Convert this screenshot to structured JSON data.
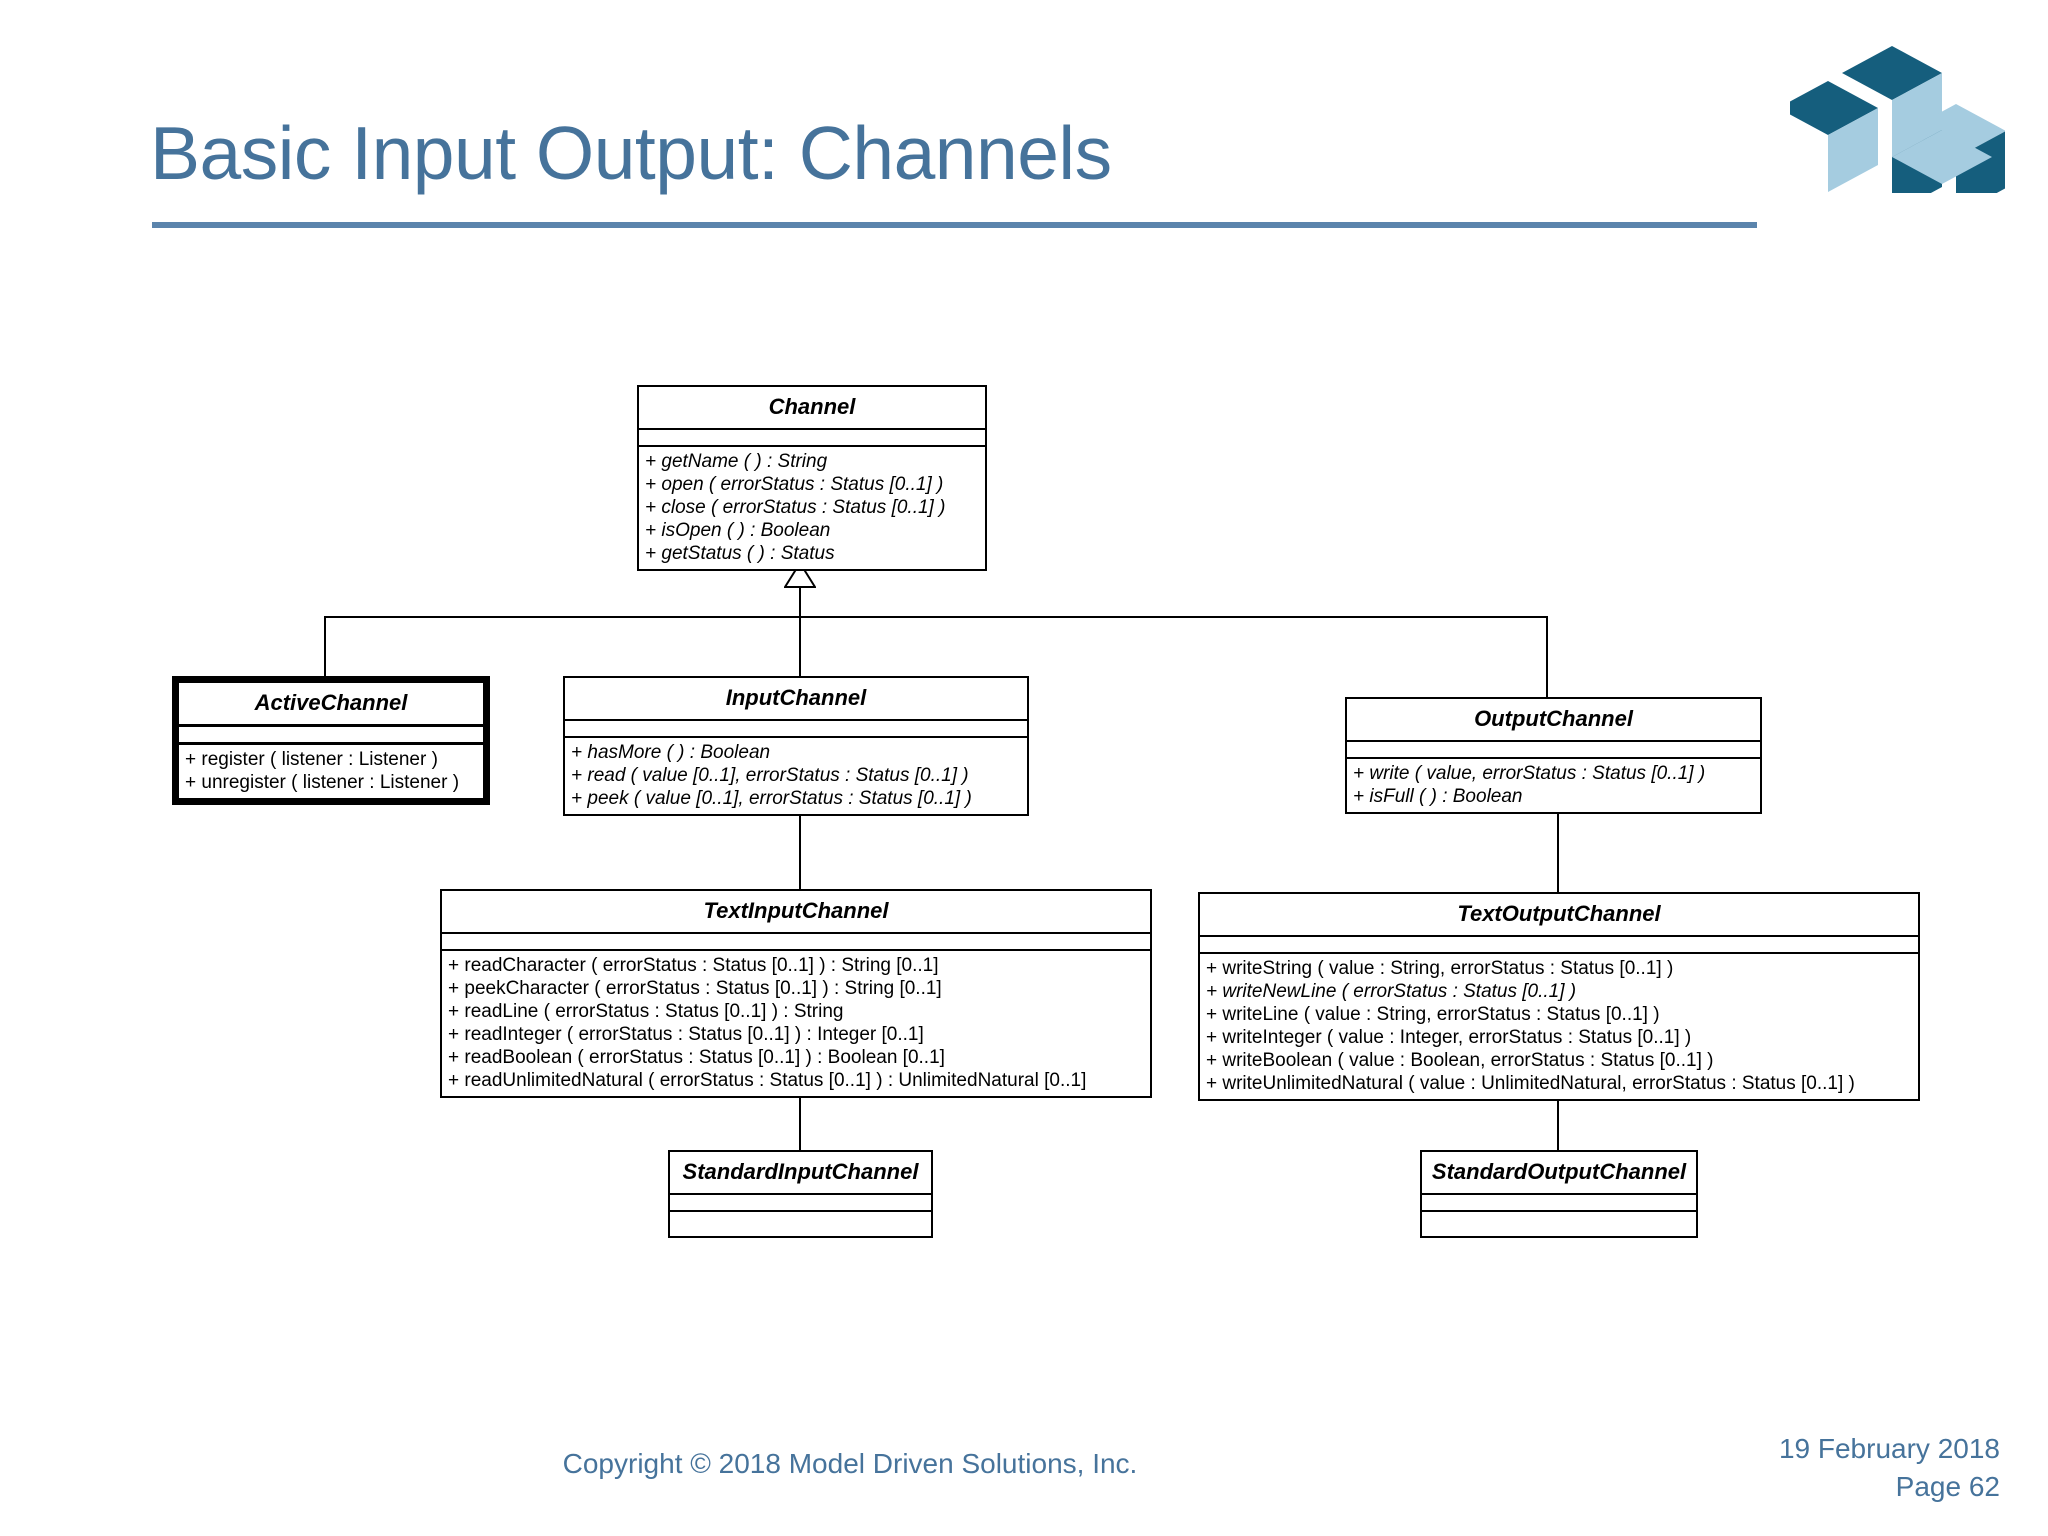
{
  "slide": {
    "title": "Basic Input Output: Channels",
    "accent_color": "#46739B",
    "rule_color": "#5B84AC"
  },
  "logo": {
    "name": "model-driven-solutions-logo",
    "dark_color": "#155E7D",
    "light_color": "#A5CCE0"
  },
  "footer": {
    "copyright": "Copyright © 2018 Model Driven Solutions, Inc.",
    "date": "19 February 2018",
    "page": "Page 62"
  },
  "diagram": {
    "type": "uml-class-diagram",
    "classes": [
      {
        "id": "channel",
        "name": "Channel",
        "abstract": true,
        "highlighted": false,
        "attributes": [],
        "operations": [
          {
            "text": "+ getName ( ) : String",
            "abstract": true
          },
          {
            "text": "+ open ( errorStatus : Status [0..1] )",
            "abstract": true
          },
          {
            "text": "+ close ( errorStatus : Status [0..1] )",
            "abstract": true
          },
          {
            "text": "+ isOpen ( ) : Boolean",
            "abstract": true
          },
          {
            "text": "+ getStatus ( ) : Status",
            "abstract": true
          }
        ]
      },
      {
        "id": "active-channel",
        "name": "ActiveChannel",
        "abstract": true,
        "highlighted": true,
        "attributes": [],
        "operations": [
          {
            "text": "+ register ( listener : Listener )",
            "abstract": false
          },
          {
            "text": "+ unregister ( listener : Listener )",
            "abstract": false
          }
        ]
      },
      {
        "id": "input-channel",
        "name": "InputChannel",
        "abstract": true,
        "highlighted": false,
        "attributes": [],
        "operations": [
          {
            "text": "+ hasMore ( ) : Boolean",
            "abstract": true
          },
          {
            "text": "+ read ( value [0..1], errorStatus : Status [0..1] )",
            "abstract": true
          },
          {
            "text": "+ peek ( value [0..1], errorStatus : Status [0..1] )",
            "abstract": true
          }
        ]
      },
      {
        "id": "output-channel",
        "name": "OutputChannel",
        "abstract": true,
        "highlighted": false,
        "attributes": [],
        "operations": [
          {
            "text": "+ write ( value, errorStatus : Status [0..1] )",
            "abstract": true
          },
          {
            "text": "+ isFull ( ) : Boolean",
            "abstract": true
          }
        ]
      },
      {
        "id": "text-input-channel",
        "name": "TextInputChannel",
        "abstract": true,
        "highlighted": false,
        "attributes": [],
        "operations": [
          {
            "text": "+ readCharacter ( errorStatus : Status [0..1] ) : String [0..1]",
            "abstract": false
          },
          {
            "text": "+ peekCharacter ( errorStatus : Status [0..1] ) : String [0..1]",
            "abstract": false
          },
          {
            "text": "+ readLine ( errorStatus : Status [0..1] ) : String",
            "abstract": false
          },
          {
            "text": "+ readInteger ( errorStatus : Status [0..1] ) : Integer [0..1]",
            "abstract": false
          },
          {
            "text": "+ readBoolean ( errorStatus : Status [0..1] ) : Boolean [0..1]",
            "abstract": false
          },
          {
            "text": "+ readUnlimitedNatural ( errorStatus : Status [0..1] ) : UnlimitedNatural [0..1]",
            "abstract": false
          }
        ]
      },
      {
        "id": "text-output-channel",
        "name": "TextOutputChannel",
        "abstract": true,
        "highlighted": false,
        "attributes": [],
        "operations": [
          {
            "text": "+ writeString ( value : String, errorStatus : Status [0..1] )",
            "abstract": false
          },
          {
            "text": "+ writeNewLine ( errorStatus : Status [0..1] )",
            "abstract": true
          },
          {
            "text": "+ writeLine ( value : String, errorStatus : Status [0..1] )",
            "abstract": false
          },
          {
            "text": "+ writeInteger ( value : Integer, errorStatus : Status [0..1] )",
            "abstract": false
          },
          {
            "text": "+ writeBoolean ( value : Boolean, errorStatus : Status [0..1] )",
            "abstract": false
          },
          {
            "text": "+ writeUnlimitedNatural ( value : UnlimitedNatural, errorStatus : Status [0..1] )",
            "abstract": false
          }
        ]
      },
      {
        "id": "standard-input-channel",
        "name": "StandardInputChannel",
        "abstract": true,
        "highlighted": false,
        "attributes": [],
        "operations": []
      },
      {
        "id": "standard-output-channel",
        "name": "StandardOutputChannel",
        "abstract": true,
        "highlighted": false,
        "attributes": [],
        "operations": []
      }
    ],
    "generalizations": [
      {
        "from": "ActiveChannel",
        "to": "Channel"
      },
      {
        "from": "InputChannel",
        "to": "Channel"
      },
      {
        "from": "OutputChannel",
        "to": "Channel"
      },
      {
        "from": "TextInputChannel",
        "to": "InputChannel"
      },
      {
        "from": "TextOutputChannel",
        "to": "OutputChannel"
      },
      {
        "from": "StandardInputChannel",
        "to": "TextInputChannel"
      },
      {
        "from": "StandardOutputChannel",
        "to": "TextOutputChannel"
      }
    ]
  }
}
